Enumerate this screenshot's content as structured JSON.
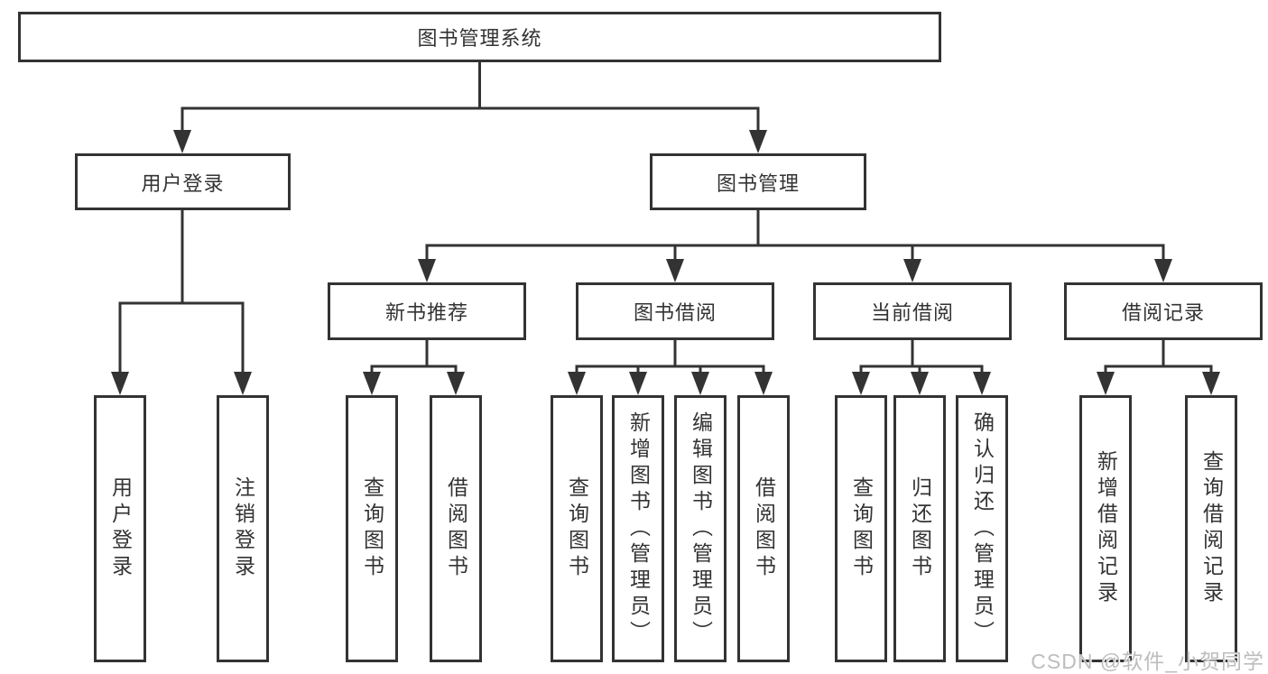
{
  "tree": {
    "root": {
      "label": "图书管理系统"
    },
    "level2": [
      {
        "label": "用户登录",
        "leaves": [
          "用户登录",
          "注销登录"
        ]
      },
      {
        "label": "图书管理",
        "children": [
          {
            "label": "新书推荐",
            "leaves": [
              "查询图书",
              "借阅图书"
            ]
          },
          {
            "label": "图书借阅",
            "leaves": [
              "查询图书",
              "新增图书（管理员）",
              "编辑图书（管理员）",
              "借阅图书"
            ]
          },
          {
            "label": "当前借阅",
            "leaves": [
              "查询图书",
              "归还图书",
              "确认归还（管理员）"
            ]
          },
          {
            "label": "借阅记录",
            "leaves": [
              "新增借阅记录",
              "查询借阅记录"
            ]
          }
        ]
      }
    ]
  },
  "watermark": {
    "text": "CSDN @软件_小贺同学"
  },
  "colors": {
    "line": "#333333",
    "box_border": "#333333",
    "text": "#333333",
    "watermark": "#bdbdbd",
    "background": "#ffffff"
  }
}
